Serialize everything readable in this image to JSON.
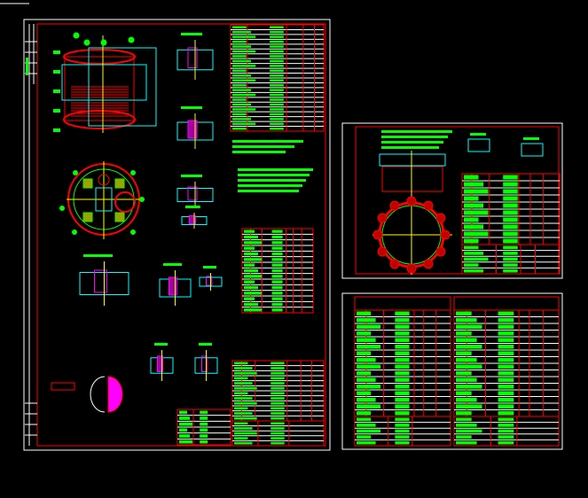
{
  "canvas": {
    "background": "#000000"
  },
  "colors": {
    "frame": "#ffffff",
    "border": "#ff0000",
    "text": "#00ff00",
    "centerline": "#ffff00",
    "outline": "#00ffff",
    "section": "#ff00ff"
  },
  "sheets": [
    {
      "id": "sheet-main"
    },
    {
      "id": "sheet-flange"
    },
    {
      "id": "sheet-parts-list"
    }
  ]
}
